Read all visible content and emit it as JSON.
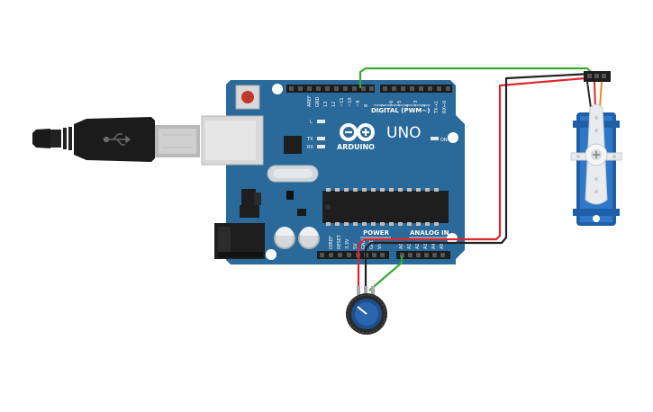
{
  "board": {
    "logo_text": "ARDUINO",
    "model_text": "UNO",
    "digital_label": "DIGITAL (PWM~)",
    "power_label": "POWER",
    "analog_label": "ANALOG IN",
    "on_label": "ON",
    "l_label": "L",
    "tx_label": "TX",
    "rx_label": "RX",
    "top_pin_labels": [
      "AREF",
      "GND",
      "13",
      "12",
      "~11",
      "~10",
      "~9",
      "8",
      "7",
      "~6",
      "~5",
      "4",
      "~3",
      "2",
      "TX→1",
      "RX←0"
    ],
    "bottom_pin_labels": [
      "IOREF",
      "RESET",
      "3.3V",
      "5V",
      "GND",
      "GND",
      "Vin",
      "A0",
      "A1",
      "A2",
      "A3",
      "A4",
      "A5"
    ]
  },
  "colors": {
    "board_blue": "#2a6a9a",
    "wire_red": "#e0262b",
    "wire_green": "#3aaa35",
    "wire_black": "#222222",
    "servo_blue": "#1f5fa8",
    "pot_knob": "#1d4f8c"
  },
  "icons": {
    "usb": "usb-icon",
    "servo": "servo-icon",
    "potentiometer": "potentiometer-icon"
  }
}
